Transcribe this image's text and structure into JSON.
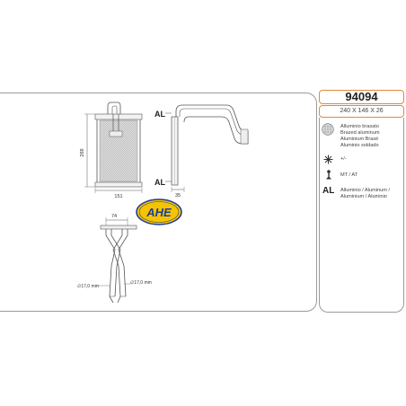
{
  "product": {
    "code": "94094",
    "dimensions": "240 X 146 X 26"
  },
  "material": {
    "lines": [
      "Alluminio brasato",
      "Brazed aluminum",
      "Aluminium Brasé",
      "Aluminio soldado"
    ]
  },
  "fan": {
    "label": "+/-"
  },
  "transmission": {
    "label": "MT / AT"
  },
  "tanks": {
    "symbol": "AL",
    "lines": [
      "Alluminio  / Aluminum /",
      "Aluminium / Aluminio"
    ]
  },
  "drawing": {
    "height_label": "269",
    "width_label": "151",
    "depth_label": "35",
    "pipe_spacing_label": "74",
    "pipe_diameter_left": "∅17,0 mm",
    "pipe_diameter_right": "∅17,0 mm",
    "al_top": "AL",
    "al_bottom": "AL"
  },
  "brand": {
    "logo_text": "AHE"
  },
  "colors": {
    "accent": "#e08a3a",
    "border": "#9a9a9a",
    "logo_blue": "#1f3c9c",
    "logo_yellow": "#f5c400"
  }
}
